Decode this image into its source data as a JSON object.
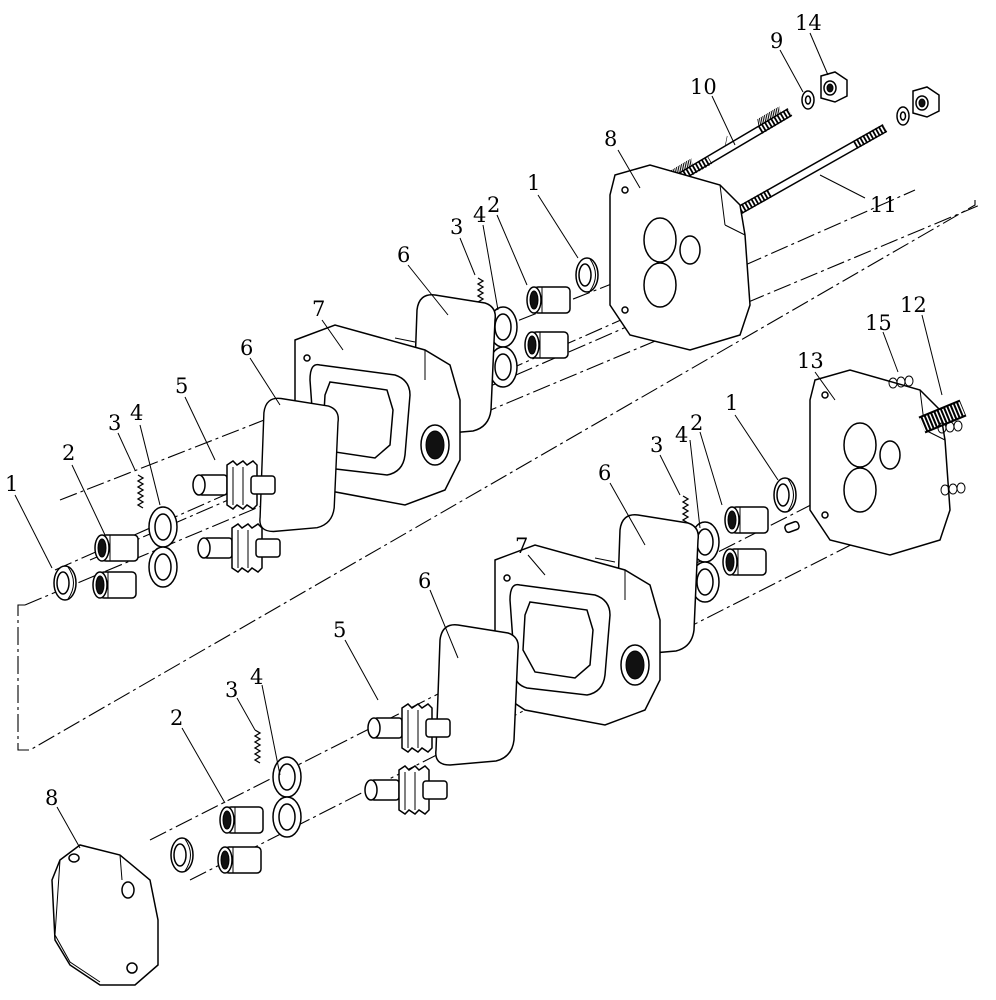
{
  "diagram": {
    "callouts": [
      {
        "id": "c14",
        "label": "14"
      },
      {
        "id": "c9",
        "label": "9"
      },
      {
        "id": "c10",
        "label": "10"
      },
      {
        "id": "c8a",
        "label": "8"
      },
      {
        "id": "c11",
        "label": "11"
      },
      {
        "id": "c1a",
        "label": "1"
      },
      {
        "id": "c2a",
        "label": "2"
      },
      {
        "id": "c4a",
        "label": "4"
      },
      {
        "id": "c3a",
        "label": "3"
      },
      {
        "id": "c6a",
        "label": "6"
      },
      {
        "id": "c7a",
        "label": "7"
      },
      {
        "id": "c6b",
        "label": "6"
      },
      {
        "id": "c5a",
        "label": "5"
      },
      {
        "id": "c4b",
        "label": "4"
      },
      {
        "id": "c3b",
        "label": "3"
      },
      {
        "id": "c2b",
        "label": "2"
      },
      {
        "id": "c1b",
        "label": "1"
      },
      {
        "id": "c15",
        "label": "15"
      },
      {
        "id": "c12",
        "label": "12"
      },
      {
        "id": "c13",
        "label": "13"
      },
      {
        "id": "c1c",
        "label": "1"
      },
      {
        "id": "c2c",
        "label": "2"
      },
      {
        "id": "c4c",
        "label": "4"
      },
      {
        "id": "c3c",
        "label": "3"
      },
      {
        "id": "c6c",
        "label": "6"
      },
      {
        "id": "c7b",
        "label": "7"
      },
      {
        "id": "c6d",
        "label": "6"
      },
      {
        "id": "c5b",
        "label": "5"
      },
      {
        "id": "c4d",
        "label": "4"
      },
      {
        "id": "c3d",
        "label": "3"
      },
      {
        "id": "c2d",
        "label": "2"
      },
      {
        "id": "c8b",
        "label": "8"
      }
    ]
  }
}
